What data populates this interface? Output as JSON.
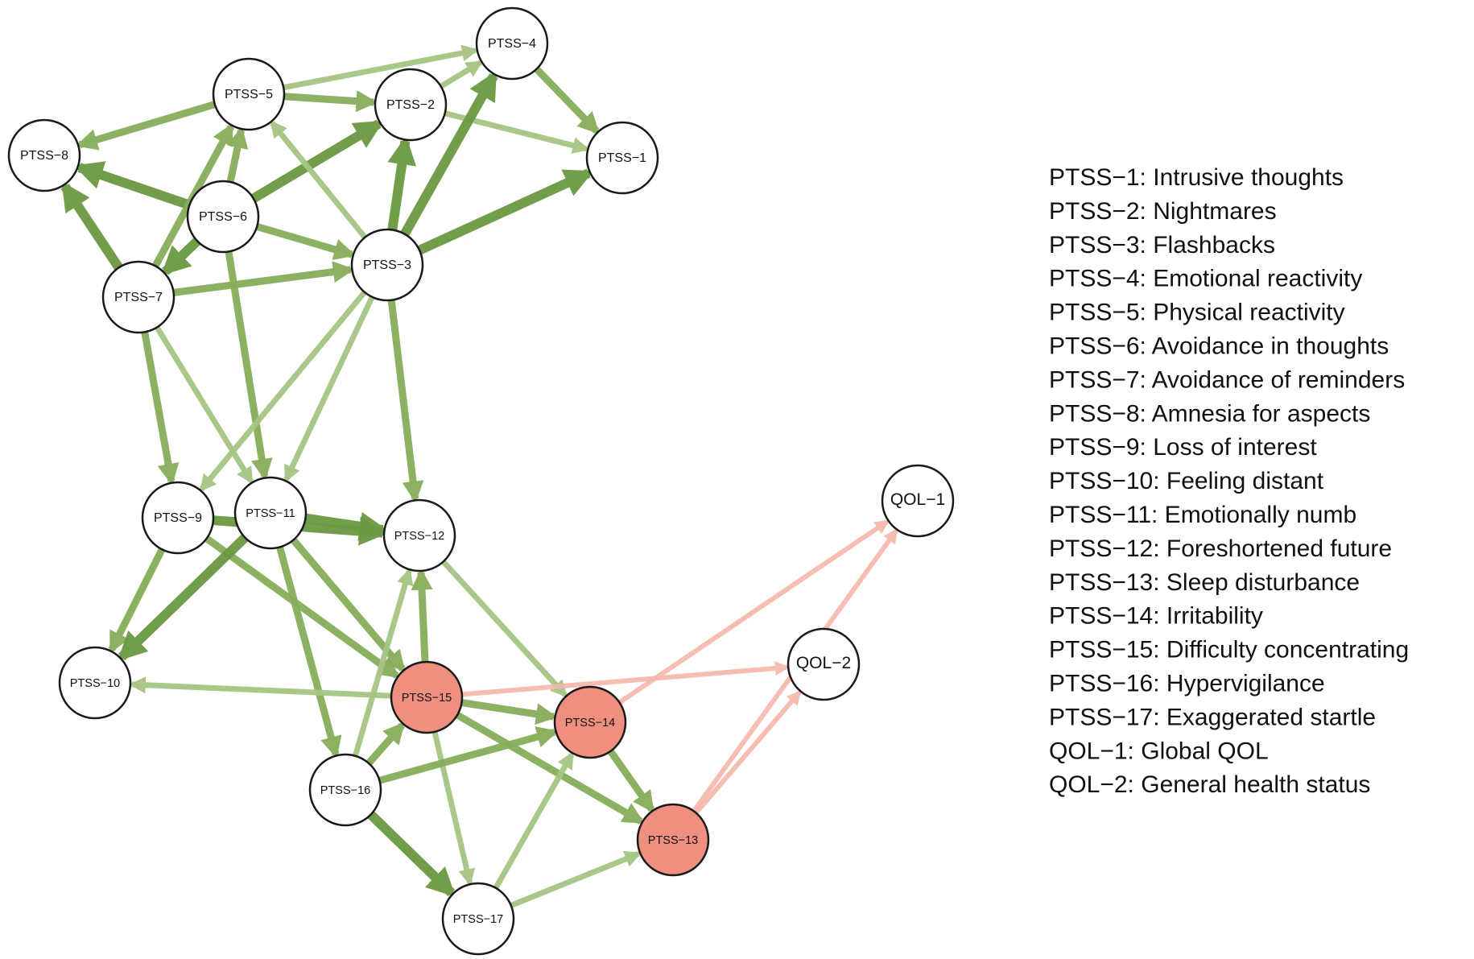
{
  "colors": {
    "edge_strong": "#6b9942",
    "edge_medium": "#87ad5a",
    "edge_light": "#a6c584",
    "edge_qol": "#f6b6aa",
    "node_fill": "#ffffff",
    "node_highlight": "#ef8f80",
    "node_stroke": "#1a1a1a"
  },
  "nodes": [
    {
      "id": "PTSS-1",
      "label": "PTSS−1"
    },
    {
      "id": "PTSS-2",
      "label": "PTSS−2"
    },
    {
      "id": "PTSS-3",
      "label": "PTSS−3"
    },
    {
      "id": "PTSS-4",
      "label": "PTSS−4"
    },
    {
      "id": "PTSS-5",
      "label": "PTSS−5"
    },
    {
      "id": "PTSS-6",
      "label": "PTSS−6"
    },
    {
      "id": "PTSS-7",
      "label": "PTSS−7"
    },
    {
      "id": "PTSS-8",
      "label": "PTSS−8"
    },
    {
      "id": "PTSS-9",
      "label": "PTSS−9"
    },
    {
      "id": "PTSS-10",
      "label": "PTSS−10"
    },
    {
      "id": "PTSS-11",
      "label": "PTSS−11"
    },
    {
      "id": "PTSS-12",
      "label": "PTSS−12"
    },
    {
      "id": "PTSS-13",
      "label": "PTSS−13",
      "highlight": true
    },
    {
      "id": "PTSS-14",
      "label": "PTSS−14",
      "highlight": true
    },
    {
      "id": "PTSS-15",
      "label": "PTSS−15",
      "highlight": true
    },
    {
      "id": "PTSS-16",
      "label": "PTSS−16"
    },
    {
      "id": "PTSS-17",
      "label": "PTSS−17"
    },
    {
      "id": "QOL-1",
      "label": "QOL−1"
    },
    {
      "id": "QOL-2",
      "label": "QOL−2"
    }
  ],
  "edges": [
    {
      "from": "PTSS-5",
      "to": "PTSS-4",
      "strength": "light"
    },
    {
      "from": "PTSS-5",
      "to": "PTSS-2",
      "strength": "medium"
    },
    {
      "from": "PTSS-5",
      "to": "PTSS-8",
      "strength": "medium"
    },
    {
      "from": "PTSS-2",
      "to": "PTSS-4",
      "strength": "light"
    },
    {
      "from": "PTSS-2",
      "to": "PTSS-1",
      "strength": "light"
    },
    {
      "from": "PTSS-4",
      "to": "PTSS-1",
      "strength": "medium"
    },
    {
      "from": "PTSS-6",
      "to": "PTSS-8",
      "strength": "strong"
    },
    {
      "from": "PTSS-6",
      "to": "PTSS-5",
      "strength": "medium"
    },
    {
      "from": "PTSS-6",
      "to": "PTSS-2",
      "strength": "strong"
    },
    {
      "from": "PTSS-6",
      "to": "PTSS-3",
      "strength": "medium"
    },
    {
      "from": "PTSS-6",
      "to": "PTSS-7",
      "strength": "strong"
    },
    {
      "from": "PTSS-6",
      "to": "PTSS-11",
      "strength": "medium"
    },
    {
      "from": "PTSS-7",
      "to": "PTSS-8",
      "strength": "strong"
    },
    {
      "from": "PTSS-7",
      "to": "PTSS-5",
      "strength": "medium"
    },
    {
      "from": "PTSS-7",
      "to": "PTSS-3",
      "strength": "medium"
    },
    {
      "from": "PTSS-7",
      "to": "PTSS-9",
      "strength": "medium"
    },
    {
      "from": "PTSS-7",
      "to": "PTSS-11",
      "strength": "light"
    },
    {
      "from": "PTSS-3",
      "to": "PTSS-5",
      "strength": "light"
    },
    {
      "from": "PTSS-3",
      "to": "PTSS-2",
      "strength": "strong"
    },
    {
      "from": "PTSS-3",
      "to": "PTSS-4",
      "strength": "strong"
    },
    {
      "from": "PTSS-3",
      "to": "PTSS-1",
      "strength": "strong"
    },
    {
      "from": "PTSS-3",
      "to": "PTSS-9",
      "strength": "light"
    },
    {
      "from": "PTSS-3",
      "to": "PTSS-11",
      "strength": "light"
    },
    {
      "from": "PTSS-3",
      "to": "PTSS-12",
      "strength": "medium"
    },
    {
      "from": "PTSS-9",
      "to": "PTSS-12",
      "strength": "strong"
    },
    {
      "from": "PTSS-9",
      "to": "PTSS-10",
      "strength": "medium"
    },
    {
      "from": "PTSS-9",
      "to": "PTSS-15",
      "strength": "medium"
    },
    {
      "from": "PTSS-11",
      "to": "PTSS-12",
      "strength": "strong"
    },
    {
      "from": "PTSS-11",
      "to": "PTSS-10",
      "strength": "strong"
    },
    {
      "from": "PTSS-11",
      "to": "PTSS-15",
      "strength": "medium"
    },
    {
      "from": "PTSS-11",
      "to": "PTSS-16",
      "strength": "medium"
    },
    {
      "from": "PTSS-12",
      "to": "PTSS-14",
      "strength": "light"
    },
    {
      "from": "PTSS-15",
      "to": "PTSS-12",
      "strength": "medium"
    },
    {
      "from": "PTSS-15",
      "to": "PTSS-10",
      "strength": "light"
    },
    {
      "from": "PTSS-15",
      "to": "PTSS-14",
      "strength": "medium"
    },
    {
      "from": "PTSS-15",
      "to": "PTSS-13",
      "strength": "medium"
    },
    {
      "from": "PTSS-15",
      "to": "PTSS-17",
      "strength": "light"
    },
    {
      "from": "PTSS-15",
      "to": "QOL-2",
      "strength": "qol"
    },
    {
      "from": "PTSS-16",
      "to": "PTSS-12",
      "strength": "light"
    },
    {
      "from": "PTSS-16",
      "to": "PTSS-15",
      "strength": "medium"
    },
    {
      "from": "PTSS-16",
      "to": "PTSS-14",
      "strength": "medium"
    },
    {
      "from": "PTSS-16",
      "to": "PTSS-17",
      "strength": "strong"
    },
    {
      "from": "PTSS-14",
      "to": "PTSS-13",
      "strength": "medium"
    },
    {
      "from": "PTSS-14",
      "to": "QOL-1",
      "strength": "qol"
    },
    {
      "from": "PTSS-17",
      "to": "PTSS-13",
      "strength": "light"
    },
    {
      "from": "PTSS-17",
      "to": "PTSS-14",
      "strength": "light"
    },
    {
      "from": "PTSS-13",
      "to": "QOL-1",
      "strength": "qol"
    },
    {
      "from": "PTSS-13",
      "to": "QOL-2",
      "strength": "qol"
    }
  ],
  "legend": [
    "PTSS−1: Intrusive thoughts",
    "PTSS−2: Nightmares",
    "PTSS−3: Flashbacks",
    "PTSS−4: Emotional reactivity",
    "PTSS−5: Physical reactivity",
    "PTSS−6: Avoidance in thoughts",
    "PTSS−7: Avoidance of reminders",
    "PTSS−8: Amnesia for aspects",
    "PTSS−9: Loss of interest",
    "PTSS−10: Feeling distant",
    "PTSS−11: Emotionally numb",
    "PTSS−12: Foreshortened future",
    "PTSS−13: Sleep disturbance",
    "PTSS−14: Irritability",
    "PTSS−15: Difficulty concentrating",
    "PTSS−16: Hypervigilance",
    "PTSS−17: Exaggerated startle",
    "QOL−1: Global QOL",
    "QOL−2: General health status"
  ]
}
